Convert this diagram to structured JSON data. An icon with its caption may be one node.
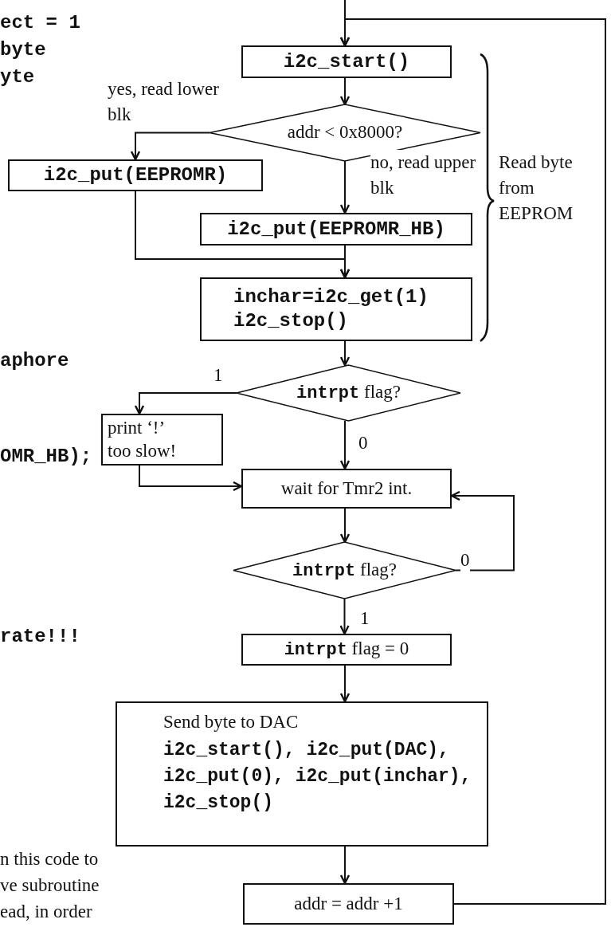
{
  "diagram": {
    "nodes": [
      {
        "text": [
          "i2c_start()"
        ]
      },
      {
        "text": [
          "addr < 0x8000?"
        ]
      },
      {
        "text": [
          "i2c_put(EEPROMR)"
        ]
      },
      {
        "text": [
          "i2c_put(EEPROMR_HB)"
        ]
      },
      {
        "text": [
          "inchar=i2c_get(1)",
          "i2c_stop()"
        ]
      },
      {
        "text": [
          "**intrpt** flag?"
        ]
      },
      {
        "text": [
          "print ‘!’ too slow!"
        ]
      },
      {
        "text": [
          "wait for Tmr2 int."
        ]
      },
      {
        "text": [
          "**intrpt** flag?"
        ]
      },
      {
        "text": [
          "**intrpt** flag = 0"
        ]
      },
      {
        "text": [
          "Send byte to DAC",
          "i2c_start(), i2c_put(DAC), i2c_put(0), i2c_put(inchar), i2c_stop()"
        ]
      },
      {
        "text": [
          "addr = addr +1"
        ]
      }
    ],
    "edges": [
      {
        "from": null,
        "to": 0,
        "arrow": "to"
      },
      {
        "from": 0,
        "to": 1,
        "arrow": "to"
      },
      {
        "from": 1,
        "to": 2,
        "arrow": "to",
        "label": "yes, read lower blk"
      },
      {
        "from": 1,
        "to": 3,
        "arrow": "to",
        "label": "no, read upper blk"
      },
      {
        "from": 2,
        "to": 4,
        "arrow": "to"
      },
      {
        "from": 3,
        "to": 4,
        "arrow": "to"
      },
      {
        "from": 4,
        "to": 5,
        "arrow": "to"
      },
      {
        "from": 5,
        "to": 6,
        "arrow": "to",
        "label": "1"
      },
      {
        "from": 5,
        "to": 7,
        "arrow": "to",
        "label": "0"
      },
      {
        "from": 6,
        "to": 7,
        "arrow": "to"
      },
      {
        "from": 7,
        "to": 8,
        "arrow": "to"
      },
      {
        "from": 8,
        "to": 7,
        "arrow": "to",
        "label": "0"
      },
      {
        "from": 8,
        "to": 9,
        "arrow": "to",
        "label": "1"
      },
      {
        "from": 9,
        "to": 10,
        "arrow": "to"
      },
      {
        "from": 10,
        "to": 11,
        "arrow": "to"
      },
      {
        "from": 11,
        "to": 0,
        "arrow": "to"
      }
    ],
    "labels": [
      "ect = 1",
      "byte",
      "yte",
      "Read byte from EEPROM",
      "aphore",
      "OMR_HB);",
      "rate!!!",
      "n this code to",
      "ve subroutine",
      "ead, in order"
    ]
  }
}
